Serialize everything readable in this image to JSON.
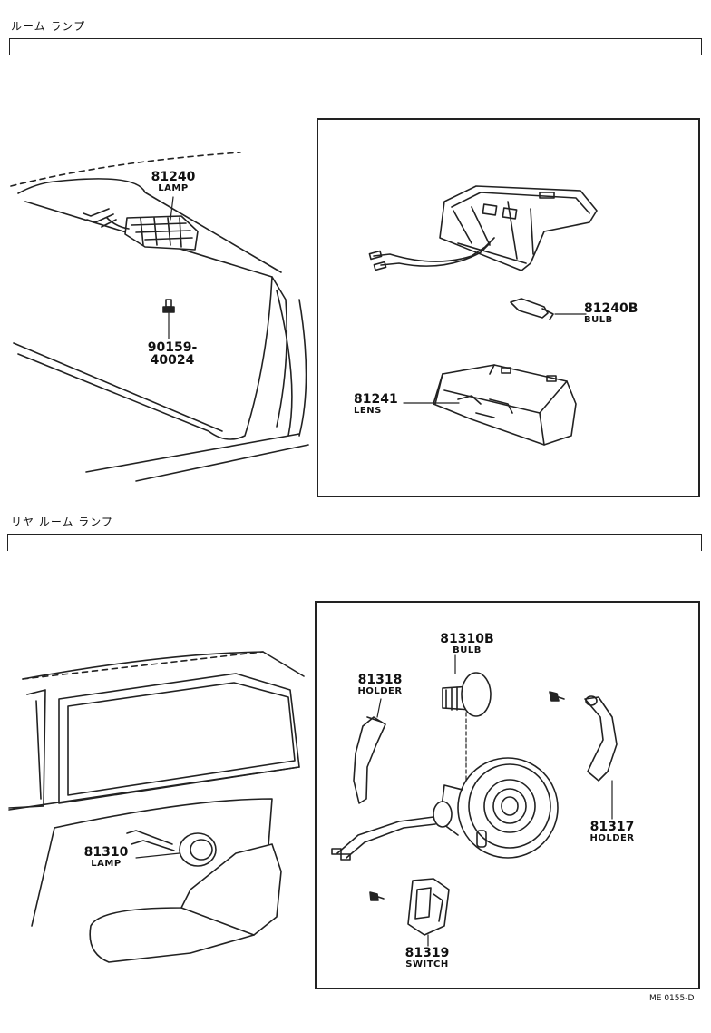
{
  "sections": [
    {
      "title": "ルーム ランプ"
    },
    {
      "title": "リヤ ルーム ランプ"
    }
  ],
  "parts": {
    "p81240": {
      "number": "81240",
      "name": "LAMP"
    },
    "p90159": {
      "number": "90159-40024",
      "name": ""
    },
    "p81240b": {
      "number": "81240B",
      "name": "BULB"
    },
    "p81241": {
      "number": "81241",
      "name": "LENS"
    },
    "p81310b": {
      "number": "81310B",
      "name": "BULB"
    },
    "p81318": {
      "number": "81318",
      "name": "HOLDER"
    },
    "p81310": {
      "number": "81310",
      "name": "LAMP"
    },
    "p81317": {
      "number": "81317",
      "name": "HOLDER"
    },
    "p81319": {
      "number": "81319",
      "name": "SWITCH"
    }
  },
  "footer": {
    "code": "ME 0155-D"
  }
}
